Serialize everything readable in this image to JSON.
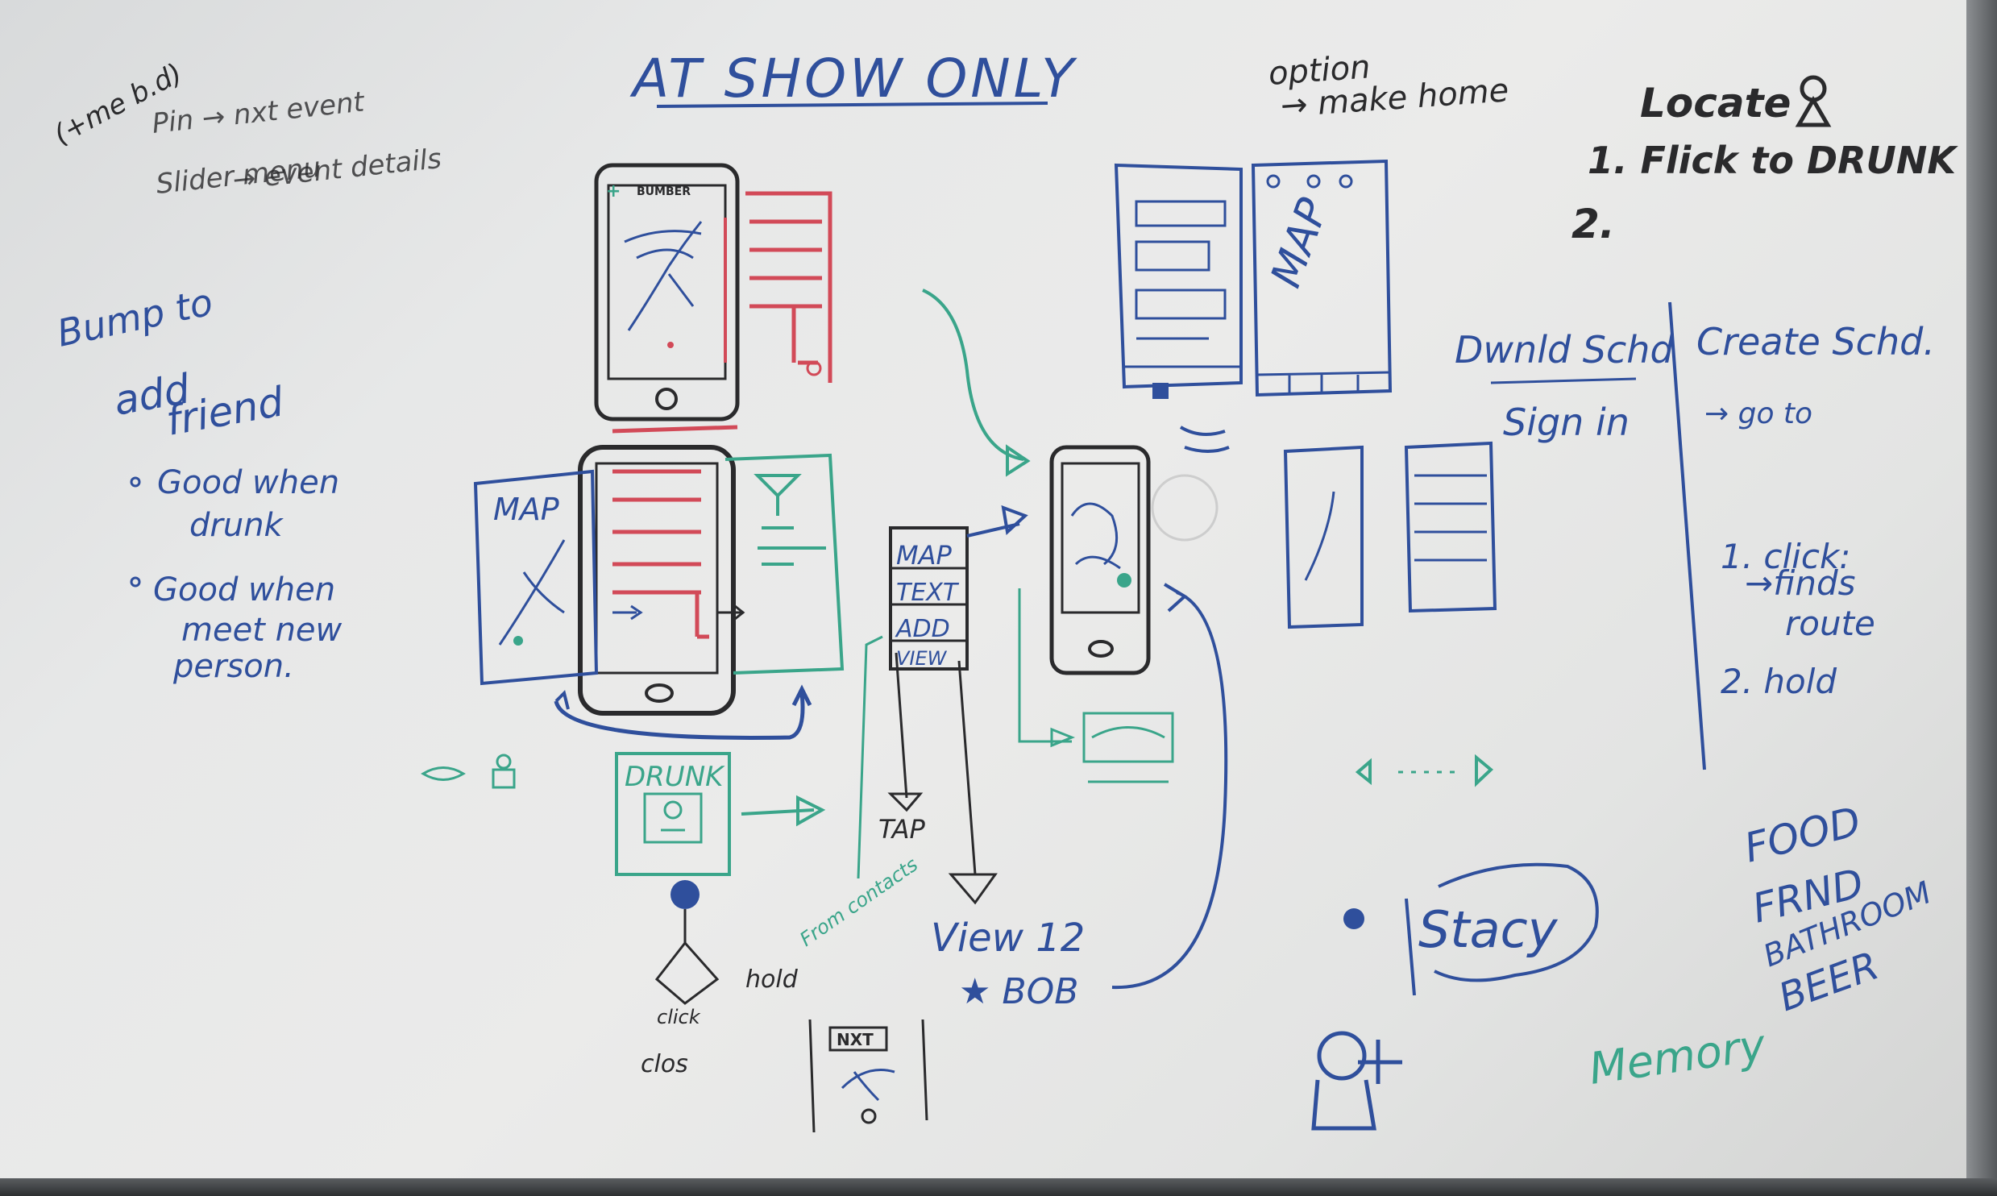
{
  "whiteboard": {
    "title": "AT SHOW ONLY",
    "time_note": "(+me b.d)",
    "pin_note": "Pin → nxt event",
    "slider_note_1": "Slider menu",
    "slider_note_2": "→ event details",
    "option_note_1": "option",
    "option_note_2": "→ make home",
    "locate_title": "Locate",
    "locate_step_1": "1. Flick to DRUNK",
    "locate_step_2": "2.",
    "bump_1": "Bump to",
    "bump_2": "add",
    "bump_3": "friend",
    "good_1a": "Good when",
    "good_1b": "drunk",
    "good_2a": "Good when",
    "good_2b": "meet new",
    "good_2c": "person.",
    "phone_header": "BUMBER",
    "map_card": "MAP",
    "menu_map": "MAP",
    "menu_text": "TEXT",
    "menu_add": "ADD",
    "menu_view": "VIEW",
    "tap": "TAP",
    "from_contacts": "From contacts",
    "view_12": "View 12",
    "bob": "★ BOB",
    "drunk": "DRUNK",
    "hold": "hold",
    "click": "click",
    "clos": "clos",
    "nxt": "NXT",
    "dwnld": "Dwnld Schd",
    "sign_in": "Sign in",
    "create_sched": "Create Schd.",
    "go_to": "→ go to",
    "click_finds_1": "1. click:",
    "click_finds_2": "→finds",
    "click_finds_3": "route",
    "hold_step": "2. hold",
    "stacy": "Stacy",
    "memory": "Memory",
    "food": "FOOD",
    "frnd": "FRND",
    "bathroom": "BATHROOM",
    "beer": "BEER",
    "map_vertical": "MAP"
  },
  "colors": {
    "board": "#e9e9e8",
    "black_marker": "#2a2a2c",
    "blue_marker": "#2f4f9c",
    "red_marker": "#d24a58",
    "green_marker": "#3aa58a"
  }
}
